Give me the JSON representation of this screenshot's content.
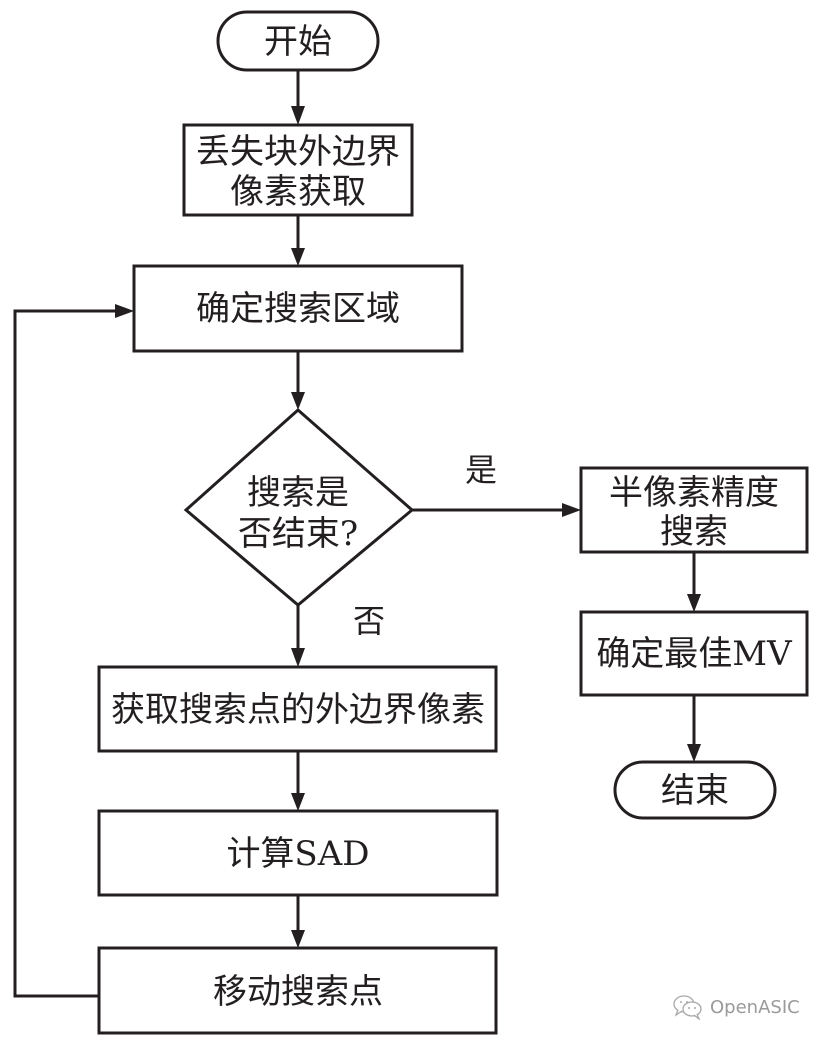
{
  "diagram": {
    "type": "flowchart",
    "nodes": {
      "start": {
        "kind": "terminal",
        "text": "开始"
      },
      "get_boundary": {
        "kind": "process",
        "lines": [
          "丢失块外边界",
          "像素获取"
        ]
      },
      "define_search": {
        "kind": "process",
        "text": "确定搜索区域"
      },
      "decision": {
        "kind": "decision",
        "lines": [
          "搜索是",
          "否结束?"
        ]
      },
      "half_pixel": {
        "kind": "process",
        "lines": [
          "半像素精度",
          "搜索"
        ]
      },
      "best_mv": {
        "kind": "process",
        "text": "确定最佳MV"
      },
      "end": {
        "kind": "terminal",
        "text": "结束"
      },
      "get_point_boundary": {
        "kind": "process",
        "text": "获取搜索点的外边界像素"
      },
      "calc_sad": {
        "kind": "process",
        "text": "计算SAD"
      },
      "move_point": {
        "kind": "process",
        "text": "移动搜索点"
      }
    },
    "edges": [
      {
        "from": "start",
        "to": "get_boundary",
        "label": ""
      },
      {
        "from": "get_boundary",
        "to": "define_search",
        "label": ""
      },
      {
        "from": "define_search",
        "to": "decision",
        "label": ""
      },
      {
        "from": "decision",
        "to": "half_pixel",
        "label": "是"
      },
      {
        "from": "decision",
        "to": "get_point_boundary",
        "label": "否"
      },
      {
        "from": "half_pixel",
        "to": "best_mv",
        "label": ""
      },
      {
        "from": "best_mv",
        "to": "end",
        "label": ""
      },
      {
        "from": "get_point_boundary",
        "to": "calc_sad",
        "label": ""
      },
      {
        "from": "calc_sad",
        "to": "move_point",
        "label": ""
      },
      {
        "from": "move_point",
        "to": "define_search",
        "label": ""
      }
    ],
    "edge_labels": {
      "yes": "是",
      "no": "否"
    }
  },
  "watermark": {
    "icon": "wechat-icon",
    "text": "OpenASIC"
  }
}
